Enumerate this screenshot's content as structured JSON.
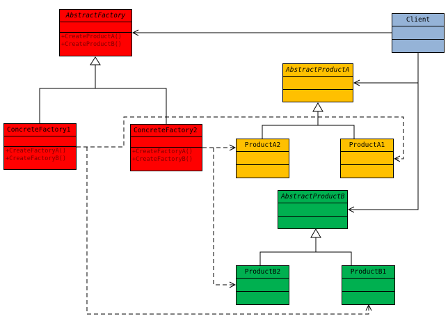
{
  "colors": {
    "factory": "#ff0000",
    "product_a": "#ffc000",
    "product_b": "#00b050",
    "client": "#95b3d7",
    "factory_method_text": "#7f0000"
  },
  "classes": {
    "abstract_factory": {
      "name": "AbstractFactory",
      "operations": [
        "+CreateProductA()",
        "+CreateProductB()"
      ]
    },
    "client": {
      "name": "Client"
    },
    "abstract_product_a": {
      "name": "AbstractProductA"
    },
    "concrete_factory_1": {
      "name": "ConcreteFactory1",
      "operations": [
        "+CreateFactoryA()",
        "+CreateFactoryB()"
      ]
    },
    "concrete_factory_2": {
      "name": "ConcreteFactory2",
      "operations": [
        "+CreateFactoryA()",
        "+CreateFactoryB()"
      ]
    },
    "product_a2": {
      "name": "ProductA2"
    },
    "product_a1": {
      "name": "ProductA1"
    },
    "abstract_product_b": {
      "name": "AbstractProductB"
    },
    "product_b2": {
      "name": "ProductB2"
    },
    "product_b1": {
      "name": "ProductB1"
    }
  }
}
